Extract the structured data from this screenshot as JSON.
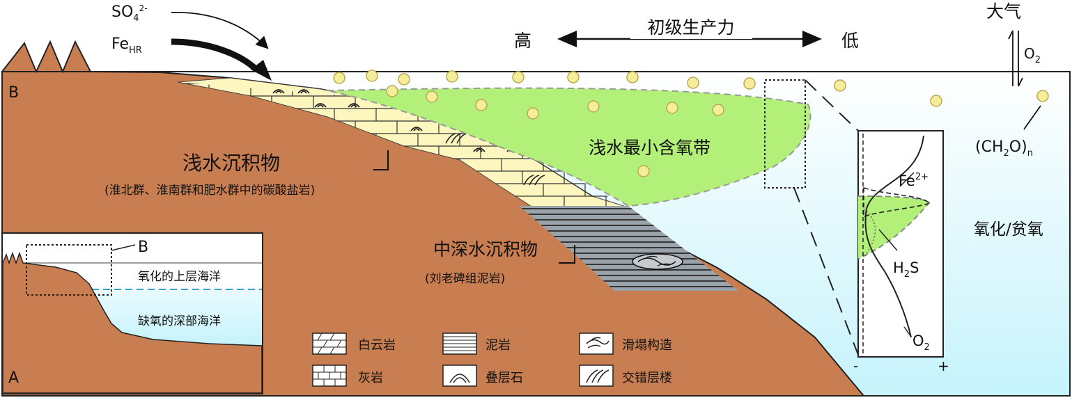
{
  "top": {
    "sulfate_base": "SO",
    "sulfate_sub": "4",
    "sulfate_sup": "2-",
    "iron_base": "Fe",
    "iron_sub": "HR",
    "productivity_label": "初级生产力",
    "high_label": "高",
    "low_label": "低",
    "atmosphere_label": "大气",
    "oxygen_base": "O",
    "oxygen_sub": "2"
  },
  "panel_b": {
    "letter": "B",
    "shallow_title": "浅水沉积物",
    "shallow_sub": "(淮北群、淮南群和肥水群中的碳酸盐岩)",
    "mid_title": "中深水沉积物",
    "mid_sub": "(刘老碑组泥岩)",
    "omz_label": "浅水最小含氧带",
    "redox_label": "氧化/贫氧",
    "organic_p1": "(CH",
    "organic_sub": "2",
    "organic_p2": "O)",
    "organic_n": "n"
  },
  "profile": {
    "fe_base": "Fe",
    "fe_sup": "2+",
    "h2s_p1": "H",
    "h2s_sub": "2",
    "h2s_p2": "S",
    "o2_base": "O",
    "o2_sub": "2",
    "minus": "-",
    "plus": "+"
  },
  "inset_a": {
    "letter": "A",
    "b_ref": "B",
    "upper_ocean": "氧化的上层海洋",
    "deep_ocean": "缺氧的深部海洋"
  },
  "legend": [
    {
      "key": "dolomite",
      "label": "白云岩"
    },
    {
      "key": "mudstone",
      "label": "泥岩"
    },
    {
      "key": "slump",
      "label": "滑塌构造"
    },
    {
      "key": "limestone",
      "label": "灰岩"
    },
    {
      "key": "stromatolite",
      "label": "叠层石"
    },
    {
      "key": "crossbed",
      "label": "交错层楼"
    }
  ],
  "colors": {
    "land": "#c97e51",
    "carbonate": "#fef6bf",
    "omz": "#b3f07a",
    "ocean_top": "#ffffff",
    "ocean_bottom": "#c6f3fb",
    "dot": "#f6ed9a"
  }
}
